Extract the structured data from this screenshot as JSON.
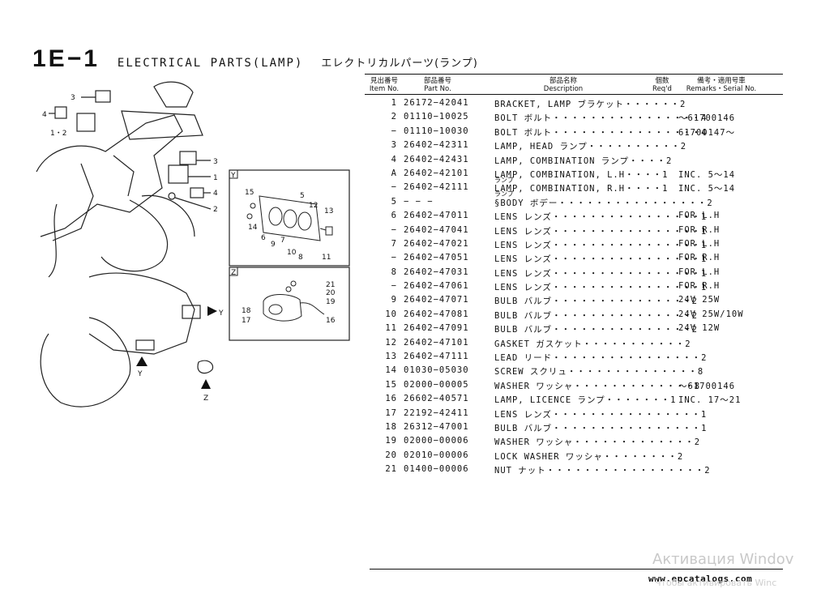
{
  "header": {
    "code": "1E−1",
    "title_en": "ELECTRICAL PARTS(LAMP)",
    "title_jp": "エレクトリカルパーツ(ランプ)"
  },
  "table": {
    "headers": {
      "item_jp": "見出番号",
      "item_en": "Item No.",
      "part_jp": "部品番号",
      "part_en": "Part No.",
      "desc_jp": "部品名称",
      "desc_en": "Description",
      "req_jp": "個数",
      "req_en": "Req'd",
      "rem_jp": "備考・適用号車",
      "rem_en": "Remarks・Serial No."
    },
    "rows": [
      {
        "item": "1",
        "part": "26172−42041",
        "desc": "BRACKET, LAMP ブラケット・・・・・・2",
        "sub": "",
        "remarks": ""
      },
      {
        "item": "2",
        "part": "01110−10025",
        "desc": "BOLT ボルト・・・・・・・・・・・・・・・・4",
        "sub": "",
        "remarks": "〜61700146"
      },
      {
        "item": "−",
        "part": "01110−10030",
        "desc": "BOLT ボルト・・・・・・・・・・・・・・・・4",
        "sub": "",
        "remarks": "61700147〜"
      },
      {
        "item": "3",
        "part": "26402−42311",
        "desc": "LAMP, HEAD ランプ・・・・・・・・・・2",
        "sub": "",
        "remarks": ""
      },
      {
        "item": "4",
        "part": "26402−42431",
        "desc": "LAMP, COMBINATION ランプ・・・・2",
        "sub": "",
        "remarks": ""
      },
      {
        "item": "A",
        "part": "26402−42101",
        "desc": "LAMP, COMBINATION, L.H・・・・1",
        "sub": "ランプ",
        "remarks": "INC. 5〜14"
      },
      {
        "item": "−",
        "part": "26402−42111",
        "desc": "LAMP, COMBINATION, R.H・・・・1",
        "sub": "ランプ",
        "remarks": "INC. 5〜14"
      },
      {
        "item": "5",
        "part": "− − −",
        "desc": "§BODY ボデー・・・・・・・・・・・・・・・・2",
        "sub": "",
        "remarks": ""
      },
      {
        "item": "6",
        "part": "26402−47011",
        "desc": "LENS レンズ・・・・・・・・・・・・・・・・1",
        "sub": "",
        "remarks": "FOR L.H"
      },
      {
        "item": "−",
        "part": "26402−47041",
        "desc": "LENS レンズ・・・・・・・・・・・・・・・・1",
        "sub": "",
        "remarks": "FOR R.H"
      },
      {
        "item": "7",
        "part": "26402−47021",
        "desc": "LENS レンズ・・・・・・・・・・・・・・・・1",
        "sub": "",
        "remarks": "FOR L.H"
      },
      {
        "item": "−",
        "part": "26402−47051",
        "desc": "LENS レンズ・・・・・・・・・・・・・・・・1",
        "sub": "",
        "remarks": "FOR R.H"
      },
      {
        "item": "8",
        "part": "26402−47031",
        "desc": "LENS レンズ・・・・・・・・・・・・・・・・1",
        "sub": "",
        "remarks": "FOR L.H"
      },
      {
        "item": "−",
        "part": "26402−47061",
        "desc": "LENS レンズ・・・・・・・・・・・・・・・・1",
        "sub": "",
        "remarks": "FOR R.H"
      },
      {
        "item": "9",
        "part": "26402−47071",
        "desc": "BULB バルブ・・・・・・・・・・・・・・・2",
        "sub": "",
        "remarks": "24V 25W"
      },
      {
        "item": "10",
        "part": "26402−47081",
        "desc": "BULB バルブ・・・・・・・・・・・・・・・2",
        "sub": "",
        "remarks": "24V 25W/10W"
      },
      {
        "item": "11",
        "part": "26402−47091",
        "desc": "BULB バルブ・・・・・・・・・・・・・・・2",
        "sub": "",
        "remarks": "24V 12W"
      },
      {
        "item": "12",
        "part": "26402−47101",
        "desc": "GASKET ガスケット・・・・・・・・・・・2",
        "sub": "",
        "remarks": ""
      },
      {
        "item": "13",
        "part": "26402−47111",
        "desc": "LEAD リード・・・・・・・・・・・・・・・・2",
        "sub": "",
        "remarks": ""
      },
      {
        "item": "14",
        "part": "01030−05030",
        "desc": "SCREW スクリュ・・・・・・・・・・・・・・8",
        "sub": "",
        "remarks": ""
      },
      {
        "item": "15",
        "part": "02000−00005",
        "desc": "WASHER ワッシャ・・・・・・・・・・・・・8",
        "sub": "",
        "remarks": "〜61700146"
      },
      {
        "item": "16",
        "part": "26602−40571",
        "desc": "LAMP, LICENCE ランプ・・・・・・・1",
        "sub": "",
        "remarks": "INC. 17〜21"
      },
      {
        "item": "17",
        "part": "22192−42411",
        "desc": "LENS レンズ・・・・・・・・・・・・・・・・1",
        "sub": "",
        "remarks": ""
      },
      {
        "item": "18",
        "part": "26312−47001",
        "desc": "BULB バルブ・・・・・・・・・・・・・・・・1",
        "sub": "",
        "remarks": ""
      },
      {
        "item": "19",
        "part": "02000−00006",
        "desc": "WASHER ワッシャ・・・・・・・・・・・・・2",
        "sub": "",
        "remarks": ""
      },
      {
        "item": "20",
        "part": "02010−00006",
        "desc": "LOCK WASHER ワッシャ・・・・・・・・2",
        "sub": "",
        "remarks": ""
      },
      {
        "item": "21",
        "part": "01400−00006",
        "desc": "NUT ナット・・・・・・・・・・・・・・・・・2",
        "sub": "",
        "remarks": ""
      }
    ]
  },
  "diagram": {
    "main_callouts": [
      "3",
      "4",
      "1・2",
      "3",
      "1",
      "4",
      "2"
    ],
    "y_box_label": "Y",
    "y_callouts": [
      "15",
      "5",
      "12",
      "13",
      "14",
      "6",
      "9",
      "7",
      "10",
      "8",
      "11"
    ],
    "z_box_label": "Z",
    "z_callouts": [
      "21",
      "20",
      "19",
      "18",
      "17",
      "16"
    ],
    "view_arrows": [
      "Y",
      "Y",
      "Z"
    ]
  },
  "footer": {
    "website": "www.epcatalogs.com",
    "watermark_1": "Активация Windov",
    "watermark_2": "Чтобы активировать Winc"
  }
}
